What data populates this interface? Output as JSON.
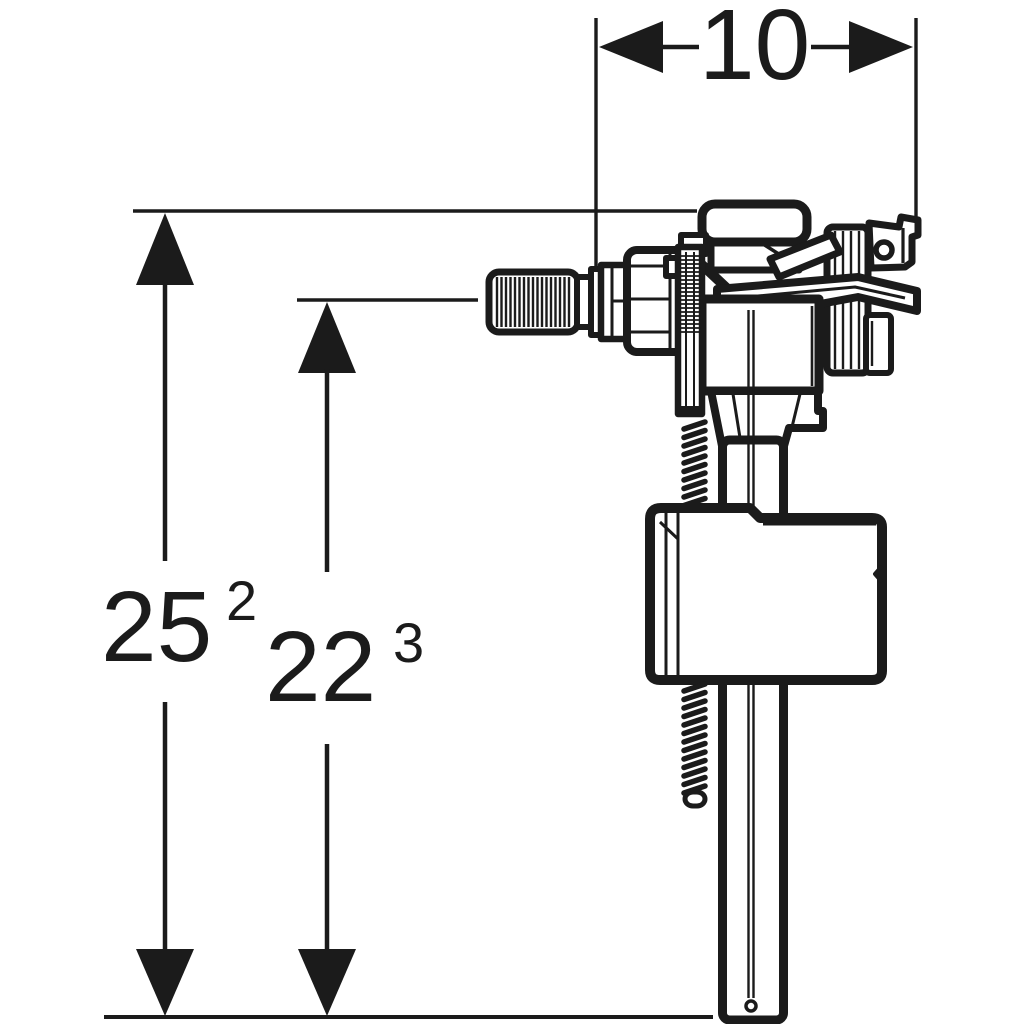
{
  "drawing": {
    "type": "technical-dimension-diagram",
    "subject": "side-inlet cistern fill valve, side view",
    "background_color": "#ffffff",
    "ink_color": "#1b1b1b",
    "dimensions": {
      "width_top": {
        "value": "10"
      },
      "height_overall": {
        "value": "25",
        "footnote": "2"
      },
      "height_inlet": {
        "value": "22",
        "footnote": "3"
      }
    },
    "parts": {
      "inlet": "threaded-inlet-shank-icon",
      "nut": "inlet-nut-icon",
      "cap": "valve-cap-icon",
      "arm": "lever-arm-icon",
      "bracket": "tank-rim-bracket-icon",
      "body": "valve-body-icon",
      "spindle": "adjustment-spindle-spring-icon",
      "float": "float-cup-icon",
      "outlet": "outlet-tube-icon"
    }
  }
}
